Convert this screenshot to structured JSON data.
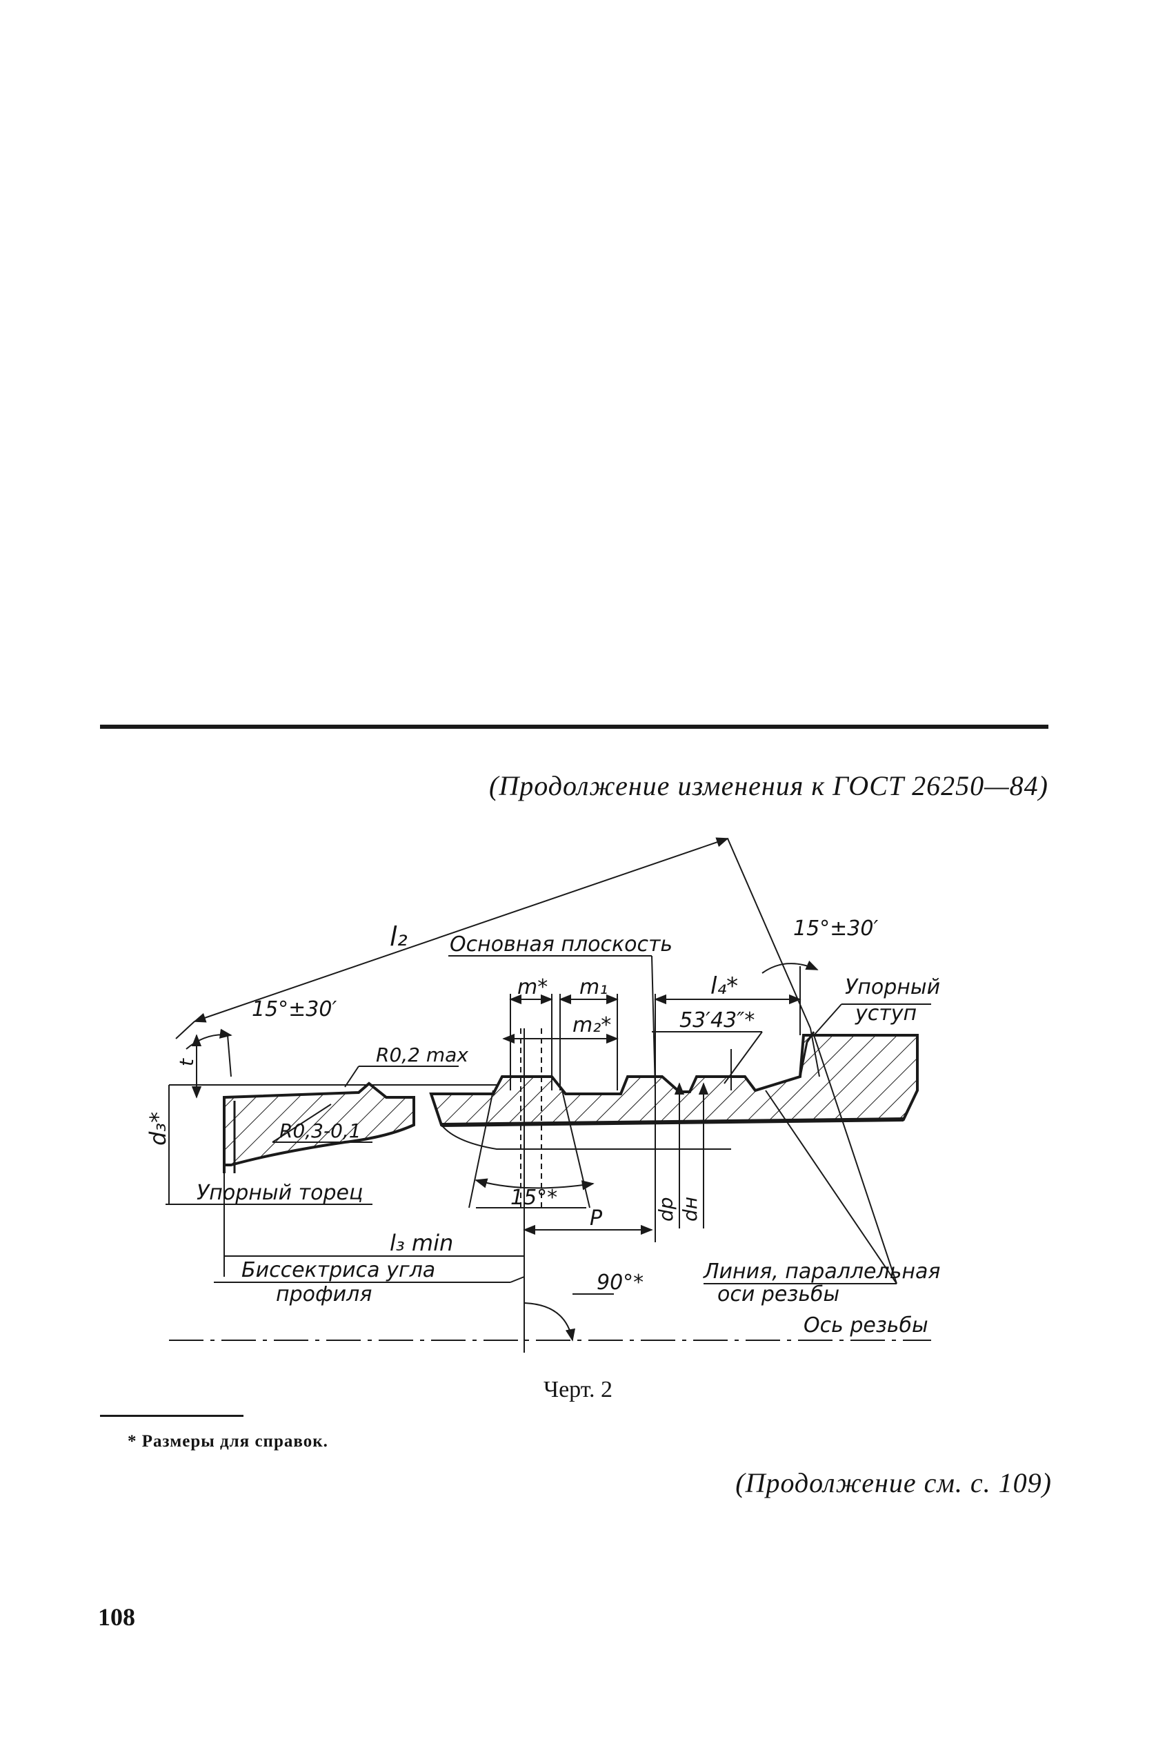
{
  "header": {
    "text": "(Продолжение изменения к ГОСТ 26250—84)"
  },
  "drawing": {
    "labels": {
      "l2": "l₂",
      "basic_plane": "Основная плоскость",
      "angle_top_right": "15°±30′",
      "angle_left": "15°±30′",
      "m_star": "m*",
      "m1": "m₁",
      "m2_star": "m₂*",
      "l4_star": "l₄*",
      "taper_angle": "53′43″*",
      "thrust_shoulder_1": "Упорный",
      "thrust_shoulder_2": "уступ",
      "r02": "R0,2 max",
      "r03": "R0,3-0,1",
      "d3_star": "d₃*",
      "t": "t",
      "thrust_face": "Упорный торец",
      "angle_15_star": "15°*",
      "dp": "dp",
      "dH": "dн",
      "p": "P",
      "l3_min": "l₃ min",
      "bisector_1": "Биссектриса угла",
      "bisector_2": "профиля",
      "angle_90": "90°*",
      "parallel_1": "Линия, параллельная",
      "parallel_2": "оси резьбы",
      "thread_axis": "Ось резьбы"
    }
  },
  "caption": "Черт. 2",
  "footnote": "* Размеры для справок.",
  "continuation": "(Продолжение см. с. 109)",
  "page_number": "108"
}
